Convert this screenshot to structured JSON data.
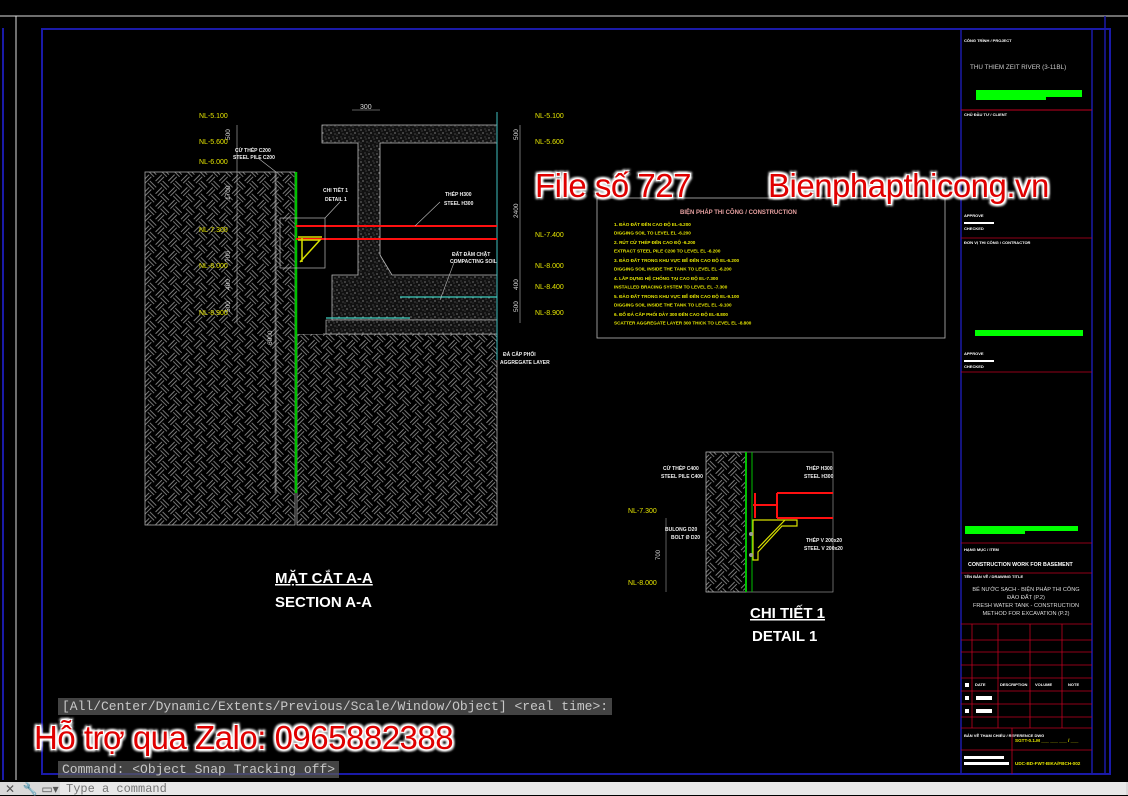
{
  "colors": {
    "border": "#1a1aa8",
    "title_block_grid": "#c00020",
    "level_text": "#e6e600",
    "wall": "#00c000",
    "beam": "#ff1010",
    "bracket": "#d8e000",
    "watermark": "#e00000",
    "bar_green": "#00ff00"
  },
  "section": {
    "title_vn": "MẶT CẮT A-A",
    "title_en": "SECTION A-A",
    "levels_left": [
      "NL-5.100",
      "NL-5.600",
      "NL-6.000",
      "NL-7.300",
      "NL-8.000",
      "NL-8.900"
    ],
    "levels_right": [
      "NL-5.100",
      "NL-5.600",
      "NL-7.400",
      "NL-8.000",
      "NL-8.400",
      "NL-8.900"
    ],
    "dims_left": [
      "500",
      "1700",
      "700",
      "400",
      "500",
      "6000"
    ],
    "dims_right": [
      "500",
      "2400",
      "400",
      "500"
    ],
    "dim_top": "300",
    "label_steel_pile": [
      "CỪ THÉP C200",
      "STEEL PILE C200"
    ],
    "label_detail_ref": [
      "CHI TIẾT 1",
      "DETAIL 1"
    ],
    "label_strut": [
      "THÉP H300",
      "STEEL H300"
    ],
    "label_soil": [
      "ĐẤT ĐẦM CHẶT",
      "COMPACTING SOIL"
    ],
    "label_aggregate": [
      "ĐÁ CẤP PHỐI",
      "AGGREGATE LAYER"
    ]
  },
  "notes": {
    "title": "BIỆN PHÁP THI CÔNG / CONSTRUCTION",
    "lines": [
      "1. ĐÀO ĐẤT ĐẾN CAO ĐỘ EL-6.200",
      "   DIGGING SOIL TO LEVEL EL -6.200",
      "2. RÚT CỪ THÉP ĐẾN CAO ĐỘ -6.200",
      "   EXTRACT STEEL PILE C200 TO LEVEL EL -6.200",
      "3. ĐÀO ĐẤT TRONG KHU VỰC BỂ ĐẾN CAO ĐỘ EL-6.200",
      "   DIGGING SOIL INSIDE THE TANK TO LEVEL EL -6.200",
      "4. LẮP DỰNG HỆ CHỐNG TẠI CAO ĐỘ EL-7.300",
      "   INSTALLED BRACING SYSTEM TO LEVEL EL -7.300",
      "5. ĐÀO ĐẤT TRONG KHU VỰC BỂ ĐẾN CAO ĐỘ EL-9.100",
      "   DIGGING SOIL INSIDE THE TANK TO LEVEL EL -9.100",
      "6. ĐỔ ĐÁ CẤP PHỐI DÀY 300 ĐẾN CAO ĐỘ EL-8.800",
      "   SCATTER AGGREGATE LAYER 300 THICK TO LEVEL EL -8.800"
    ]
  },
  "detail": {
    "title_vn": "CHI TIẾT 1",
    "title_en": "DETAIL 1",
    "levels": [
      "NL-7.300",
      "NL-8.000"
    ],
    "dim": "700",
    "label_pile": [
      "CỪ THÉP C400",
      "STEEL PILE C400"
    ],
    "label_beam": [
      "THÉP H300",
      "STEEL H300"
    ],
    "label_bolt": [
      "BULONG D20",
      "BOLT Ø D20"
    ],
    "label_angle": [
      "THÉP V 200x20",
      "STEEL V 200x20"
    ]
  },
  "title_block": {
    "project_label": "CÔNG TRÌNH / PROJECT",
    "project": "THU THIEM ZEIT RIVER (3-11BL)",
    "owner_label": "CHỦ ĐẦU TƯ / CLIENT",
    "approve_1": "APPROVE",
    "approve_2": "CHECKED",
    "contractor_label": "ĐƠN VỊ THI CÔNG / CONTRACTOR",
    "item_label": "HẠNG MỤC / ITEM",
    "item": "CONSTRUCTION WORK FOR BASEMENT",
    "drawing_label": "TÊN BẢN VẼ / DRAWING TITLE",
    "drawing_title": [
      "BỂ NƯỚC SẠCH - BIỆN PHÁP THI CÔNG",
      "ĐÀO ĐẤT (P.2)",
      "FRESH WATER TANK - CONSTRUCTION",
      "METHOD FOR EXCAVATION (P.2)"
    ],
    "rev_headers": [
      "DATE",
      "DESCRIPTION",
      "VOLUME",
      "NOTE"
    ],
    "ref_label": "BẢN VẼ THAM CHIẾU / REFERENCE DWG",
    "ref_value": "SGTT-0.1.M ___ ___ ___ / ___",
    "dwg_no": "UDC-BD-FWT-BIKA/FBCH-002"
  },
  "command": {
    "history": [
      "[All/Center/Dynamic/Extents/Previous/Scale/Window/Object] <real time>:",
      "Command: <Object Snap Tracking off>"
    ],
    "placeholder": "Type a command"
  },
  "watermarks": {
    "file": "File số 727",
    "site": "Bienphapthicong.vn",
    "zalo": "Hỗ trợ qua Zalo: 0965882388"
  }
}
